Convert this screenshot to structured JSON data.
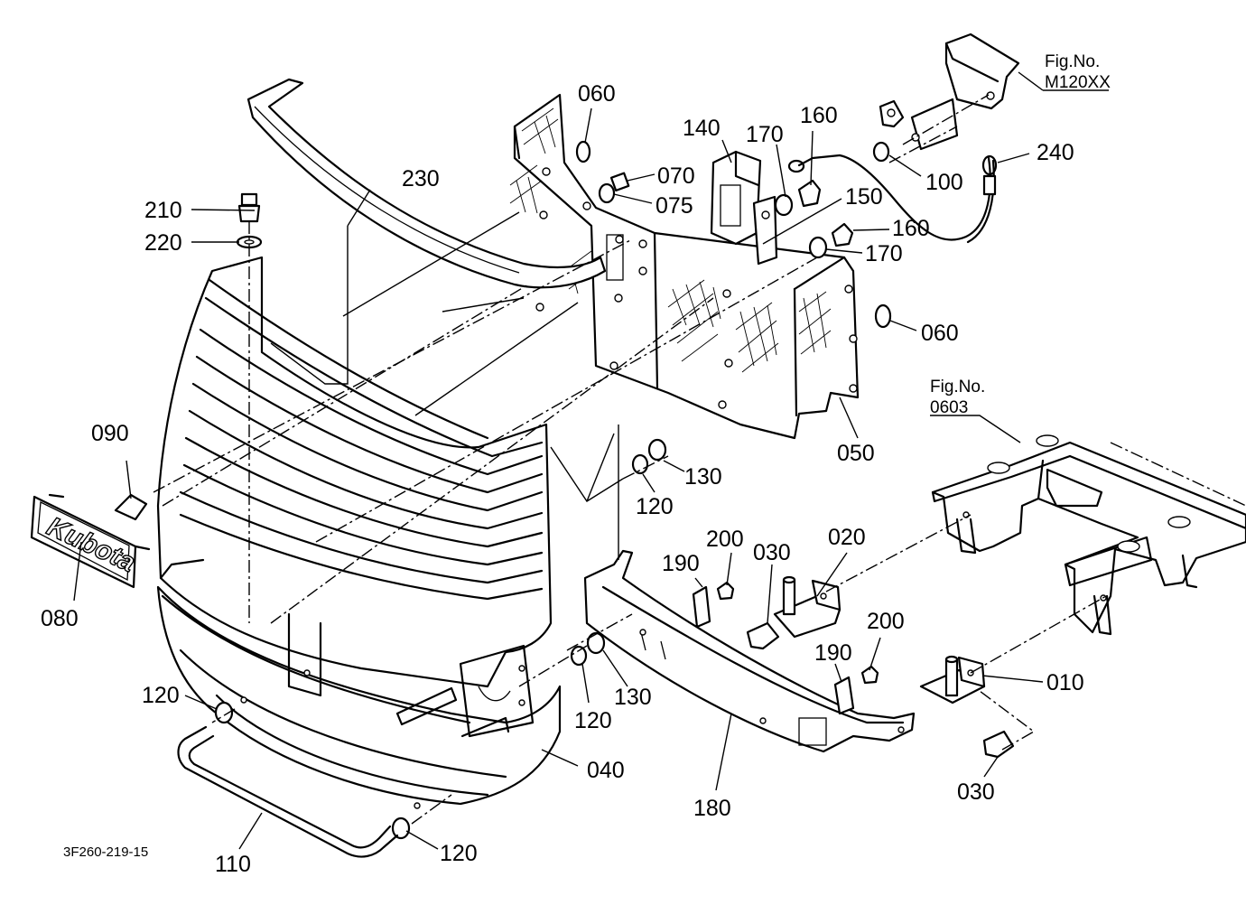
{
  "diagram_code": "3F260-219-15",
  "logo_text": "Kubota",
  "fig_refs": [
    {
      "id": "m120xx",
      "title": "Fig.No.",
      "number": "M120XX"
    },
    {
      "id": "0603",
      "title": "Fig.No.",
      "number": "0603"
    }
  ],
  "part_labels": {
    "p010": "010",
    "p020": "020",
    "p030_a": "030",
    "p030_b": "030",
    "p040": "040",
    "p050": "050",
    "p060_a": "060",
    "p060_b": "060",
    "p070": "070",
    "p075": "075",
    "p080": "080",
    "p090": "090",
    "p100": "100",
    "p110": "110",
    "p120_a": "120",
    "p120_b": "120",
    "p120_c": "120",
    "p120_d": "120",
    "p130_a": "130",
    "p130_b": "130",
    "p140": "140",
    "p150": "150",
    "p160_a": "160",
    "p160_b": "160",
    "p170_a": "170",
    "p170_b": "170",
    "p180": "180",
    "p190_a": "190",
    "p190_b": "190",
    "p200_a": "200",
    "p200_b": "200",
    "p210": "210",
    "p220": "220",
    "p230": "230",
    "p240": "240"
  }
}
